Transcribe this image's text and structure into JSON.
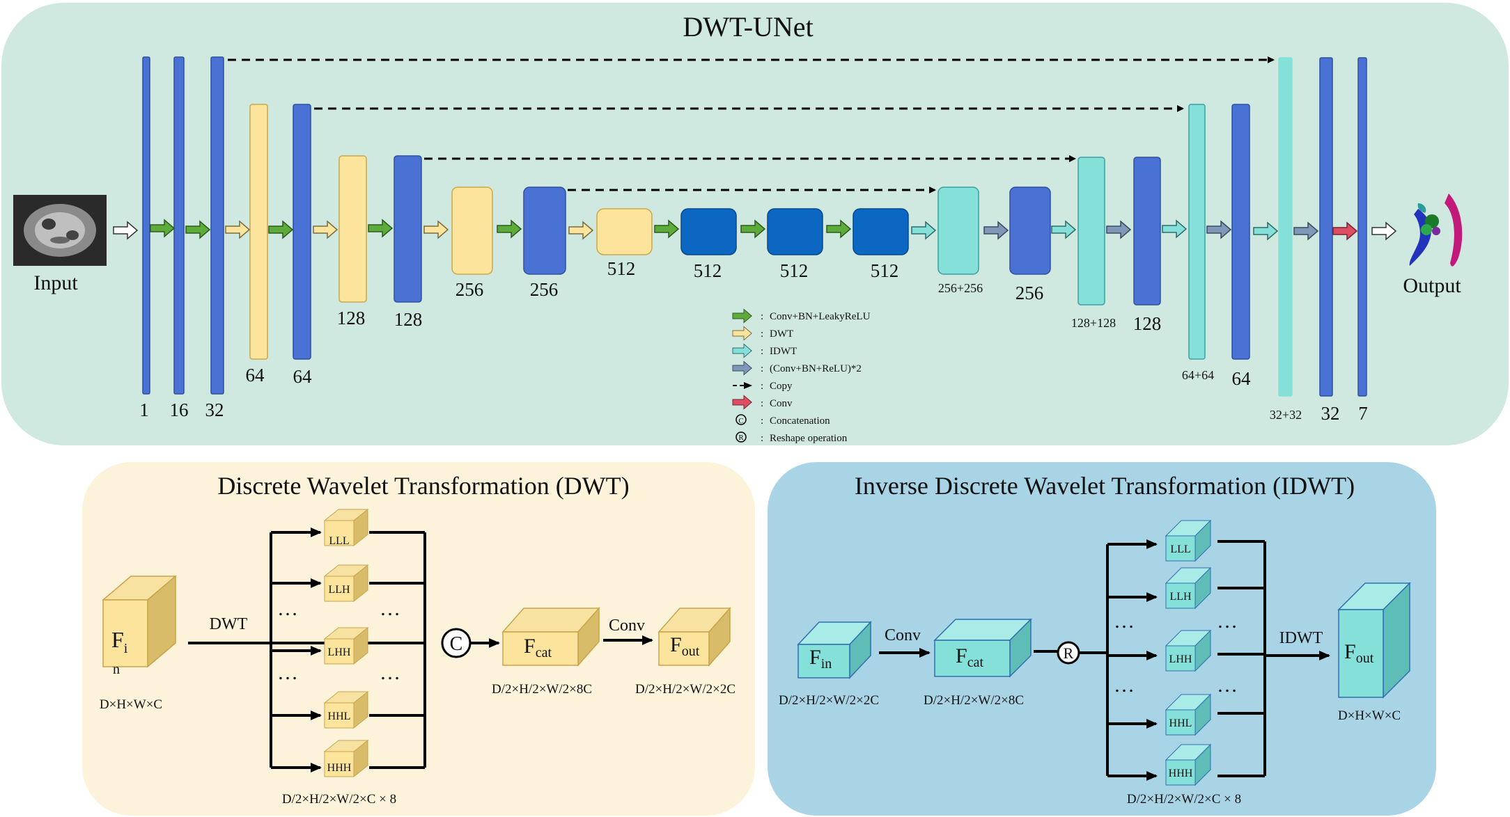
{
  "top": {
    "title": "DWT-UNet",
    "input_label": "Input",
    "output_label": "Output",
    "encoder_labels": [
      "1",
      "16",
      "32",
      "64",
      "64",
      "128",
      "128",
      "256",
      "256",
      "512"
    ],
    "bottleneck_labels": [
      "512",
      "512",
      "512"
    ],
    "decoder_labels": [
      "256+256",
      "256",
      "128+128",
      "128",
      "64+64",
      "64",
      "32+32",
      "32",
      "7"
    ]
  },
  "legend": {
    "items": [
      {
        "symbol": "green-arrow",
        "text": "Conv+BN+LeakyReLU"
      },
      {
        "symbol": "yellow-arrow",
        "text": "DWT"
      },
      {
        "symbol": "cyan-arrow",
        "text": "IDWT"
      },
      {
        "symbol": "slate-arrow",
        "text": "(Conv+BN+ReLU)*2"
      },
      {
        "symbol": "dashed-arrow",
        "text": "Copy"
      },
      {
        "symbol": "red-arrow",
        "text": "Conv"
      },
      {
        "symbol": "C",
        "text": "Concatenation"
      },
      {
        "symbol": "R",
        "text": "Reshape operation"
      }
    ]
  },
  "dwt": {
    "title": "Discrete Wavelet Transformation (DWT)",
    "op_label": "DWT",
    "conv_label": "Conv",
    "input_main": "F",
    "input_sub_a": "i",
    "input_sub_b": "n",
    "input_dim": "D×H×W×C",
    "subbands": [
      "LLL",
      "LLH",
      "LHH",
      "HHL",
      "HHH"
    ],
    "ellipsis": "…",
    "concat_symbol": "C",
    "cat_main": "F",
    "cat_sub": "cat",
    "cat_dim": "D/2×H/2×W/2×8C",
    "out_main": "F",
    "out_sub": "out",
    "out_dim": "D/2×H/2×W/2×2C",
    "bands_dim": "D/2×H/2×W/2×C × 8"
  },
  "idwt": {
    "title": "Inverse Discrete Wavelet Transformation (IDWT)",
    "conv_label": "Conv",
    "op_label": "IDWT",
    "in_main": "F",
    "in_sub": "in",
    "in_dim": "D/2×H/2×W/2×2C",
    "cat_main": "F",
    "cat_sub": "cat",
    "cat_dim": "D/2×H/2×W/2×8C",
    "reshape_symbol": "R",
    "subbands": [
      "LLL",
      "LLH",
      "LHH",
      "HHL",
      "HHH"
    ],
    "ellipsis": "…",
    "out_main": "F",
    "out_sub": "out",
    "out_dim": "D×H×W×C",
    "bands_dim": "D/2×H/2×W/2×C × 8"
  },
  "colors": {
    "top_bg": "#cfe8e0",
    "dwt_bg": "#fcf3da",
    "idwt_bg": "#a9d4e6",
    "blue_bar": "#4a72d4",
    "dark_blue": "#0b67c2",
    "yellow": "#fde49c",
    "cyan": "#86e0da",
    "green_arrow": "#5dab3a",
    "slate_arrow": "#7f98b8",
    "red_arrow": "#de4e63"
  }
}
